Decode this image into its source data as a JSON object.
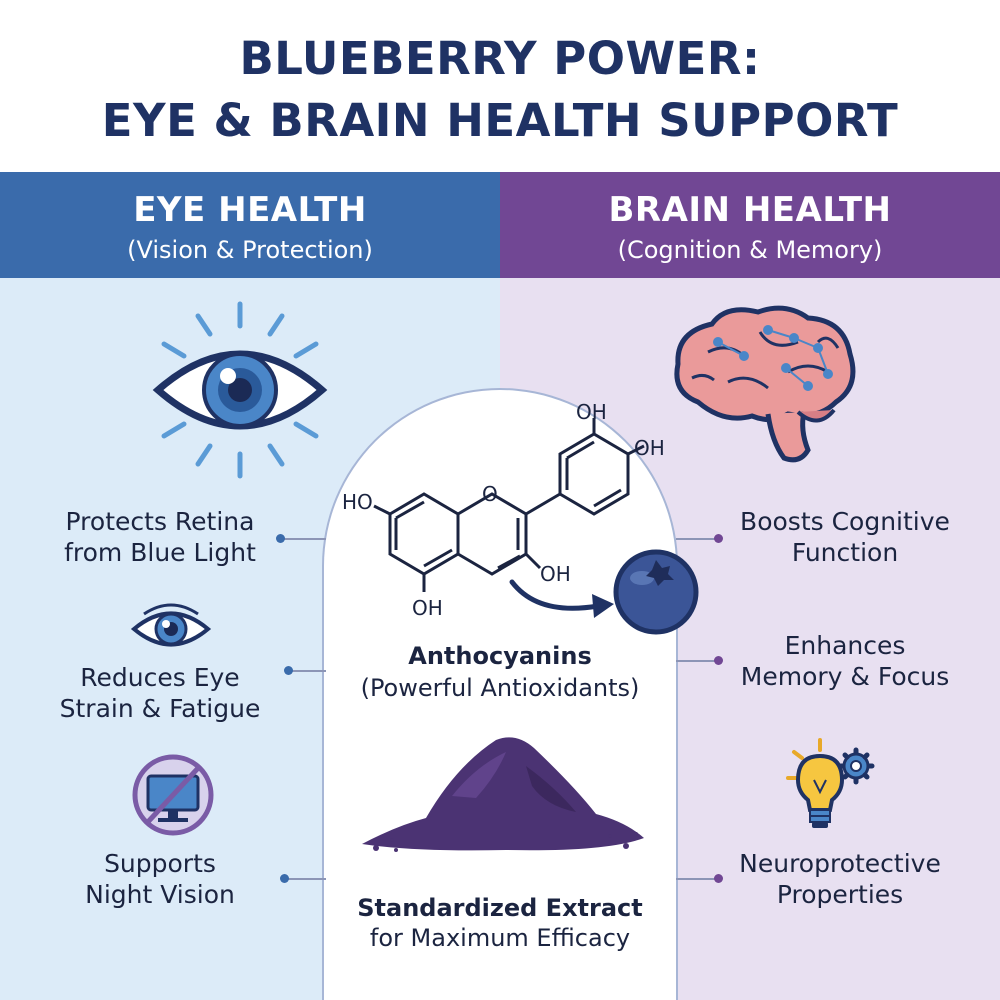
{
  "title": {
    "line1": "BLUEBERRY POWER:",
    "line2": "EYE & BRAIN HEALTH SUPPORT"
  },
  "left": {
    "header_title": "EYE HEALTH",
    "header_sub": "(Vision & Protection)",
    "features": [
      {
        "line1": "Protects Retina",
        "line2": "from Blue Light"
      },
      {
        "line1": "Reduces Eye",
        "line2": "Strain & Fatigue"
      },
      {
        "line1": "Supports",
        "line2": "Night Vision"
      }
    ]
  },
  "right": {
    "header_title": "BRAIN HEALTH",
    "header_sub": "(Cognition & Memory)",
    "features": [
      {
        "line1": "Boosts Cognitive",
        "line2": "Function"
      },
      {
        "line1": "Enhances",
        "line2": "Memory & Focus"
      },
      {
        "line1": "Neuroprotective",
        "line2": "Properties"
      }
    ]
  },
  "center": {
    "molecule_labels": {
      "oh_top": "OH",
      "oh_right": "OH",
      "ho_left": "HO",
      "o_ring": "O",
      "oh_mid": "OH",
      "oh_bottom": "OH"
    },
    "compound_name": "Anthocyanins",
    "compound_desc": "(Powerful Antioxidants)",
    "extract_line1": "Standardized Extract",
    "extract_line2": "for Maximum Efficacy"
  },
  "colors": {
    "title": "#1f3264",
    "eye_header": "#3a6bab",
    "brain_header": "#714794",
    "eye_bg": "#dcebf8",
    "brain_bg": "#e8e0f1",
    "blueberry": "#3b5597",
    "powder": "#4b3373"
  },
  "icons": [
    "eye-icon",
    "small-eye-icon",
    "no-screen-icon",
    "brain-icon",
    "blueberry-icon",
    "powder-icon",
    "lightbulb-gear-icon",
    "arrow-icon"
  ]
}
